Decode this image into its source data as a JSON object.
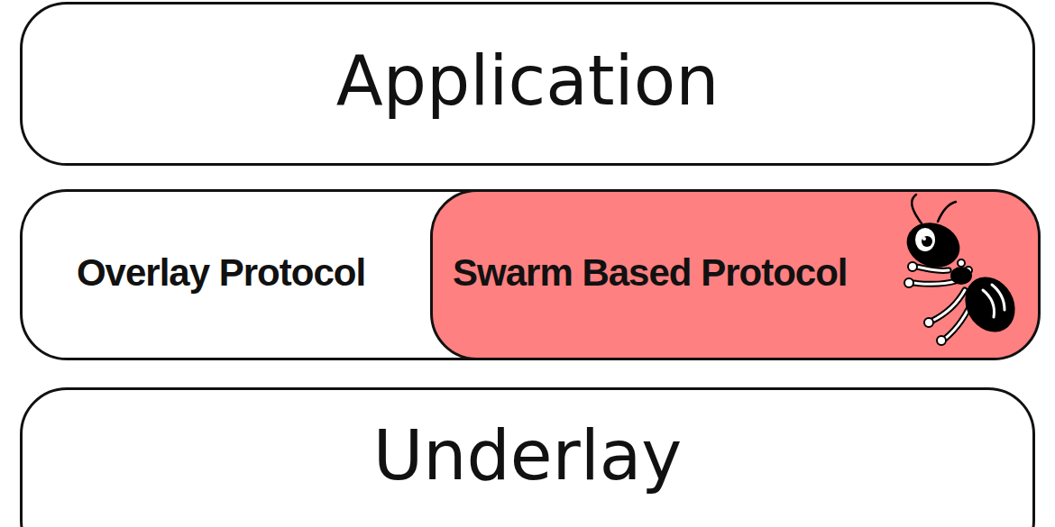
{
  "diagram": {
    "nodes": [
      {
        "text": [
          "Application"
        ]
      },
      {
        "text": [
          "Overlay Protocol"
        ]
      },
      {
        "text": [
          "Swarm Based Protocol"
        ],
        "in": 1
      },
      {
        "text": [
          "Underlay"
        ]
      }
    ]
  }
}
